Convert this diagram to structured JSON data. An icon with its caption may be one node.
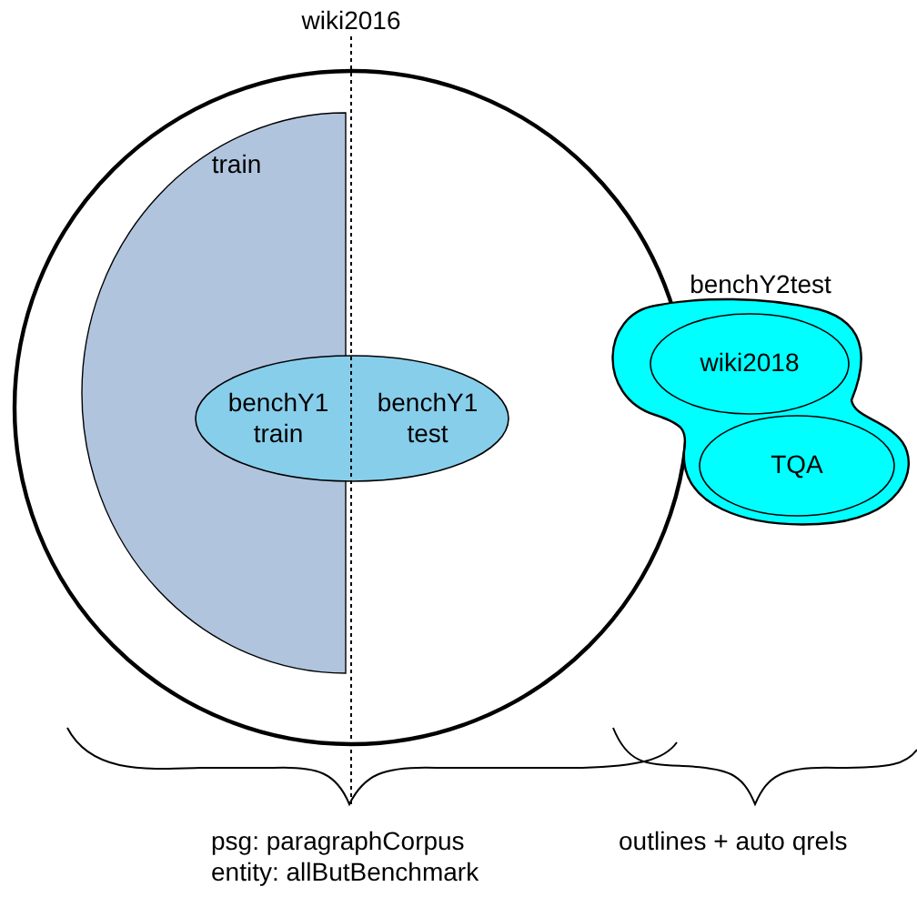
{
  "diagram": {
    "nodes": [
      {
        "text": [
          "wiki2016"
        ]
      },
      {
        "text": [
          "train"
        ],
        "in": 0
      },
      {
        "text": [
          "benchY1 train",
          "benchY1 test"
        ],
        "in": 0
      },
      {
        "text": [
          "benchY2test"
        ]
      },
      {
        "text": [
          "wiki2018"
        ],
        "in": 3
      },
      {
        "text": [
          "TQA"
        ],
        "in": 3
      }
    ],
    "labels": [
      "psg: paragraphCorpus entity: allButBenchmark",
      "outlines + auto qrels"
    ]
  }
}
